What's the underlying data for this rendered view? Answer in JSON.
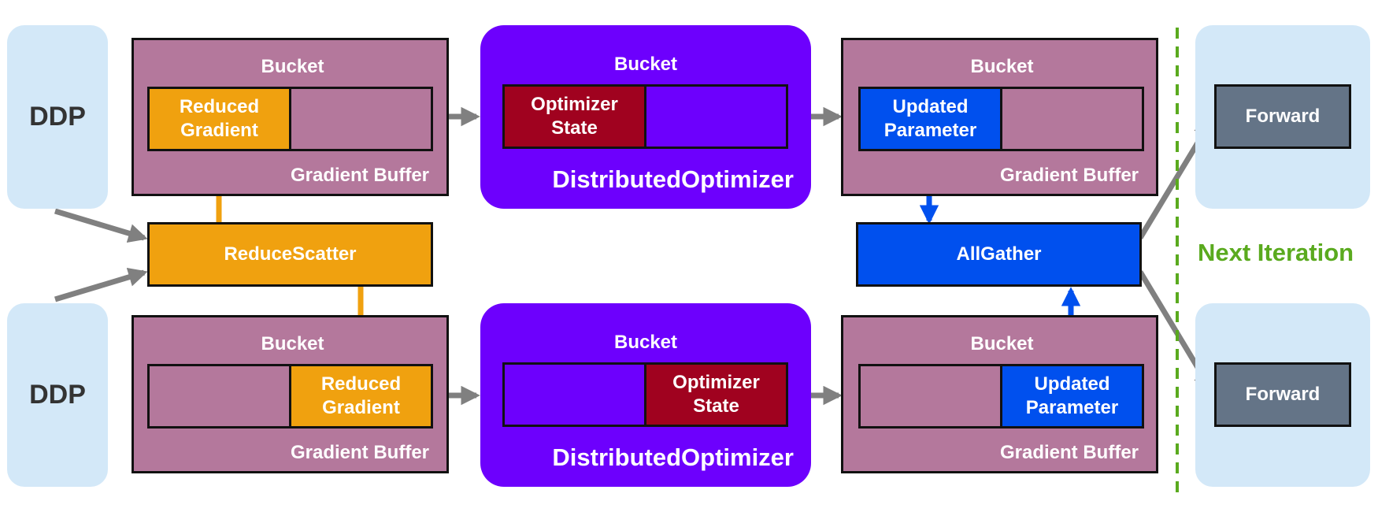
{
  "ddp_label": "DDP",
  "bucket_label": "Bucket",
  "reduced_gradient_line1": "Reduced",
  "reduced_gradient_line2": "Gradient",
  "gradient_buffer_label": "Gradient Buffer",
  "optimizer_state_line1": "Optimizer",
  "optimizer_state_line2": "State",
  "distributed_optimizer_label": "DistributedOptimizer",
  "updated_parameter_line1": "Updated",
  "updated_parameter_line2": "Parameter",
  "reduce_scatter_label": "ReduceScatter",
  "all_gather_label": "AllGather",
  "forward_label": "Forward",
  "next_iteration_label": "Next Iteration",
  "colors": {
    "ddp_box": "#d3e8f8",
    "bucket": "#b4789c",
    "reduced_gradient": "#f0a10f",
    "optimizer_state": "#a0021f",
    "distributed_optimizer": "#6d00fd",
    "updated_parameter": "#0050ee",
    "forward": "#647487",
    "next_iteration": "#5aaa1e",
    "flow_arrow": "#808080"
  }
}
